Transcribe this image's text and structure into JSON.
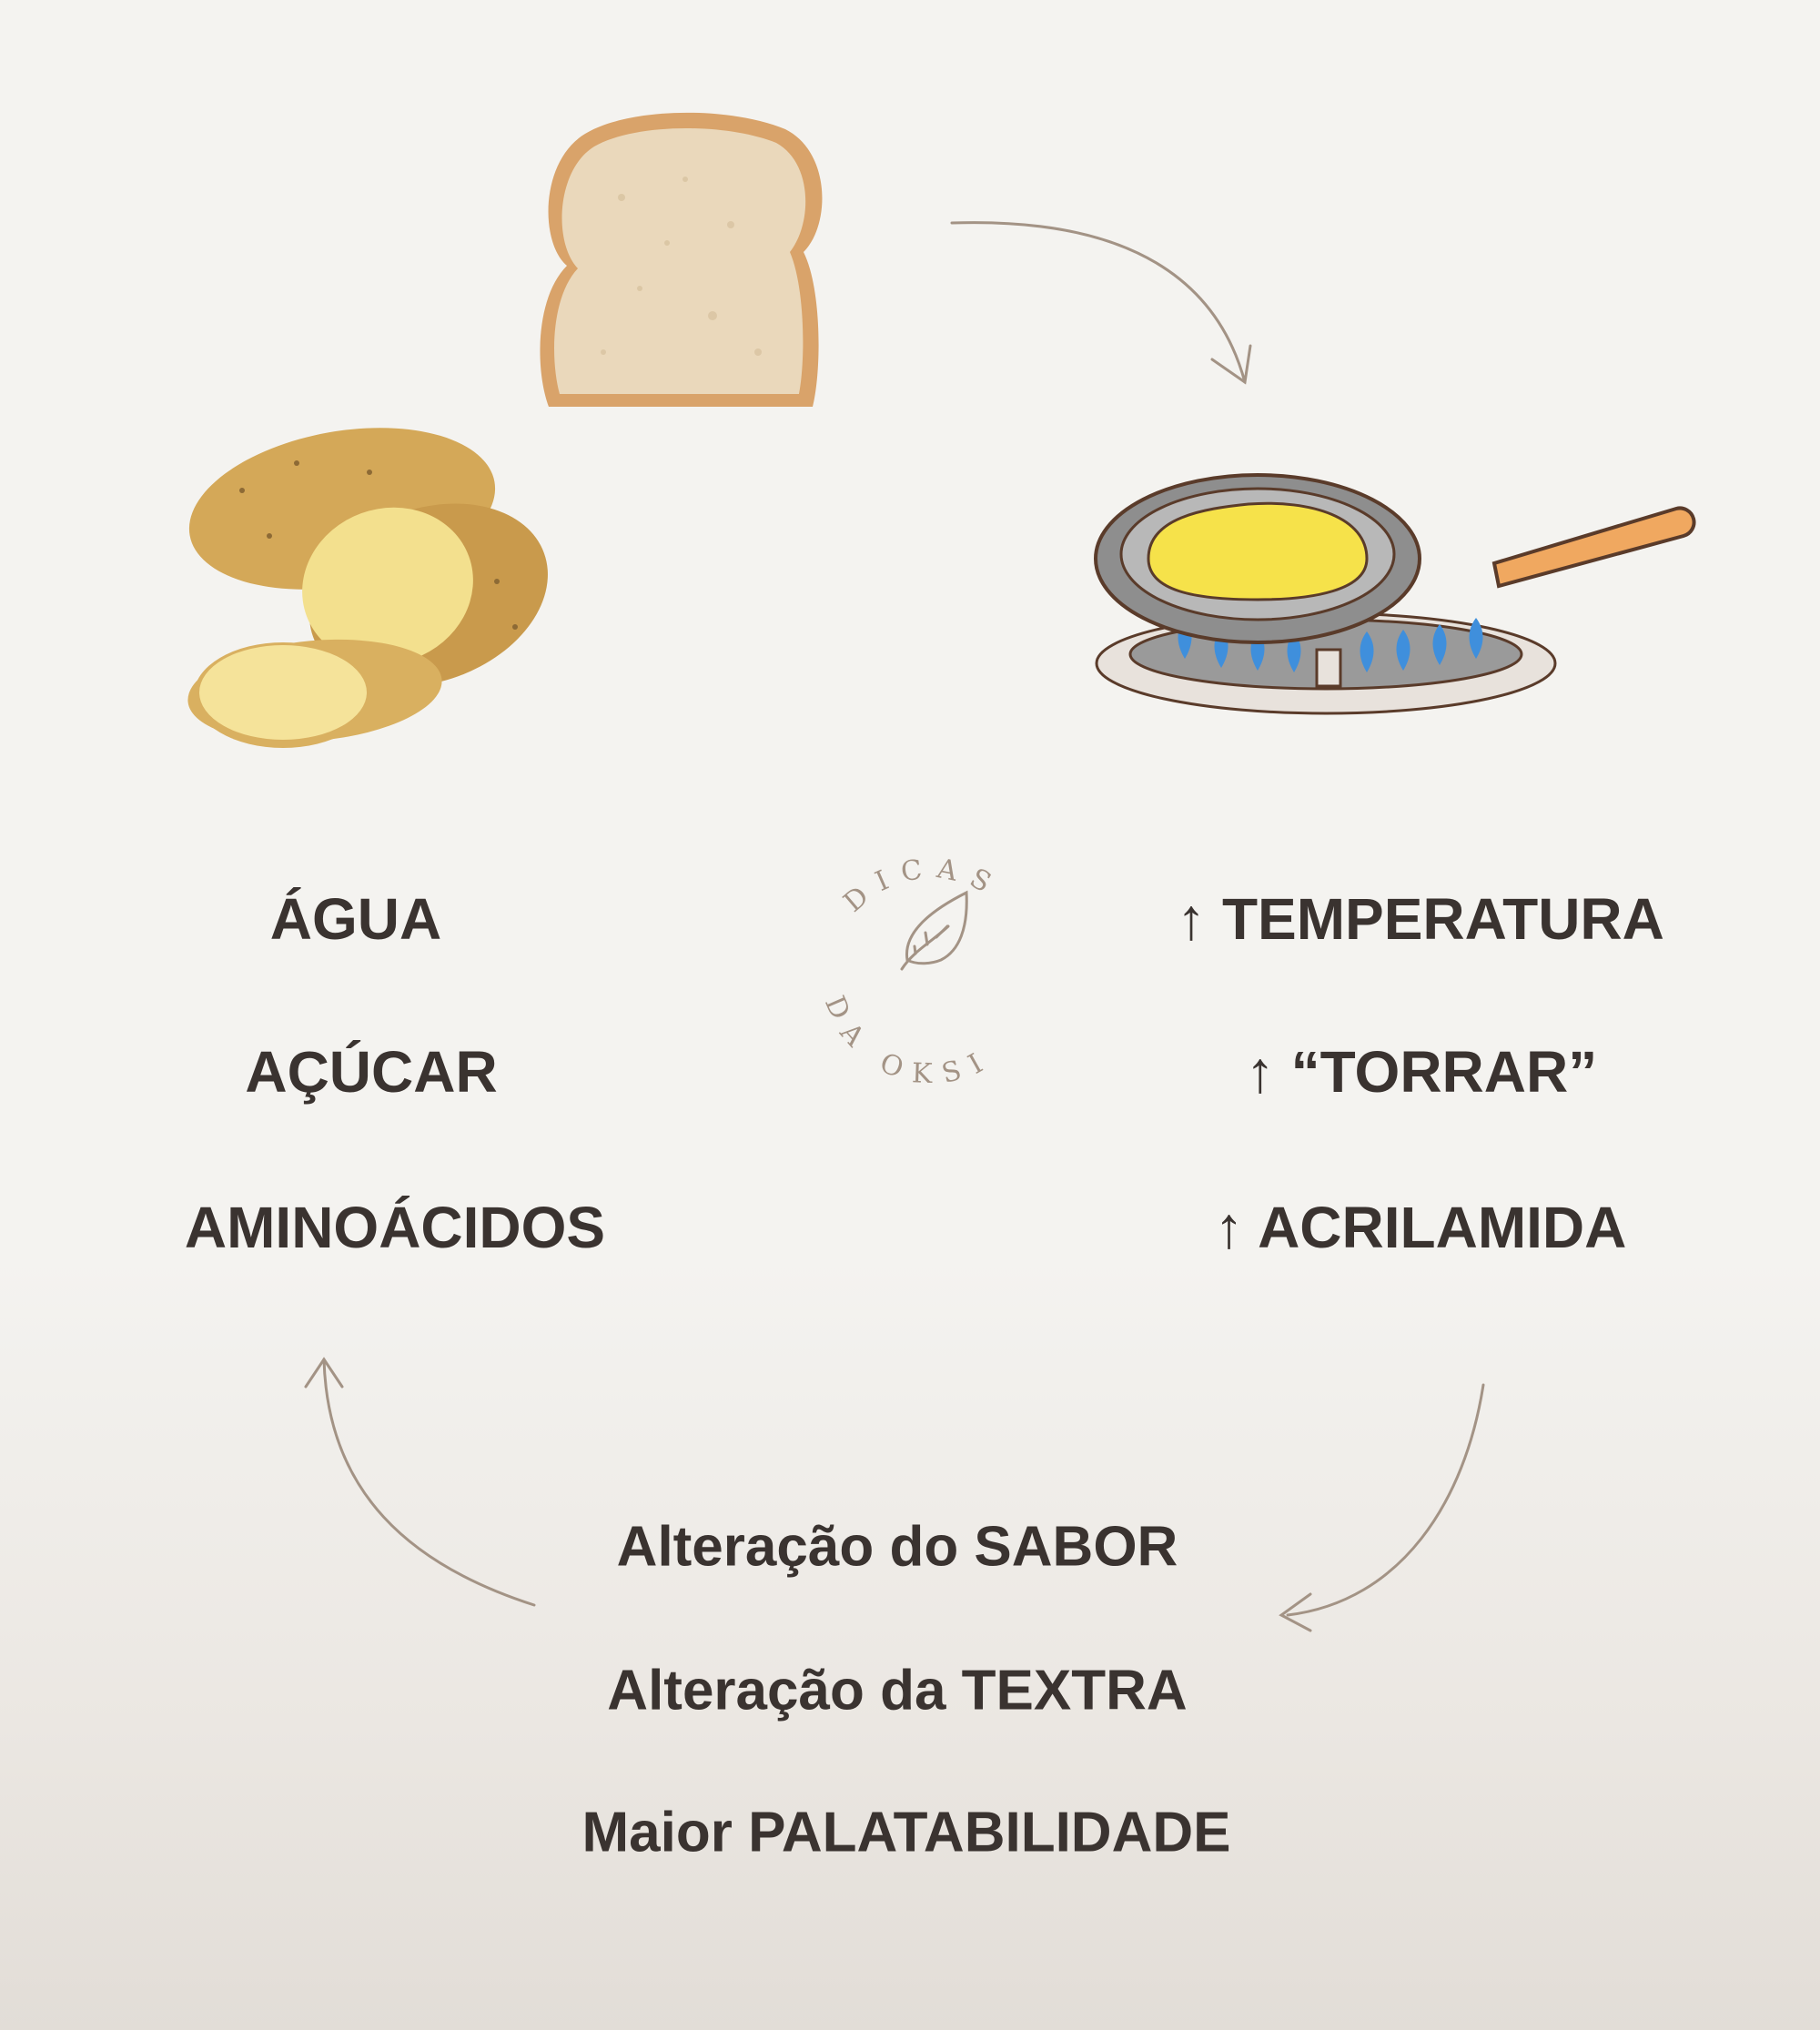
{
  "left_list": [
    "ÁGUA",
    "AÇÚCAR",
    "AMINOÁCIDOS"
  ],
  "right_list": [
    {
      "arrow": "↑",
      "text": "TEMPERATURA"
    },
    {
      "arrow": "↑",
      "text": "“TORRAR”"
    },
    {
      "arrow": "↑",
      "text": "ACRILAMIDA"
    }
  ],
  "bottom_list": [
    "Alteração do SABOR",
    "Alteração da TEXTRA",
    "Maior PALATABILIDADE"
  ],
  "logo": {
    "top": "DICAS",
    "bottom": "DA OKSI"
  },
  "colors": {
    "text": "#3a3330",
    "accent": "#a39385",
    "background": "#f4f3f0"
  }
}
